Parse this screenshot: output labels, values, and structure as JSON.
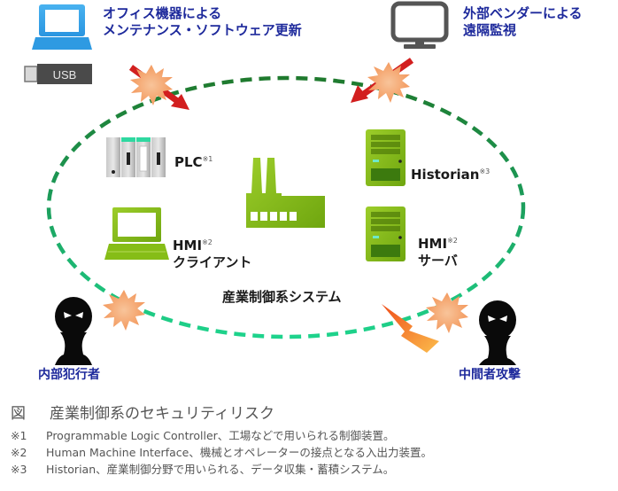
{
  "diagram": {
    "title": "産業制御系システム",
    "sources": {
      "office": {
        "line1": "オフィス機器による",
        "line2": "メンテナンス・ソフトウェア更新",
        "usb_label": "USB"
      },
      "vendor": {
        "line1": "外部ベンダーによる",
        "line2": "遠隔監視"
      }
    },
    "components": {
      "plc": {
        "label": "PLC",
        "note": "※1"
      },
      "hmi_client": {
        "label": "HMI",
        "note": "※2",
        "sub": "クライアント"
      },
      "historian": {
        "label": "Historian",
        "note": "※3"
      },
      "hmi_server": {
        "label": "HMI",
        "note": "※2",
        "sub": "サーバ"
      }
    },
    "threats": {
      "insider": "内部犯行者",
      "mitm": "中間者攻撃"
    },
    "colors": {
      "label_blue": "#1e2a9c",
      "boundary_top": "#1f7a2e",
      "boundary_bottom": "#1ed38c",
      "equipment_green": "#8cc21a",
      "attack_red": "#d21f1f",
      "burst_orange": "#f6a772",
      "device_blue": "#3aa6ec",
      "monitor_gray": "#555555"
    }
  },
  "caption": {
    "title_prefix": "図",
    "title": "産業制御系のセキュリティリスク",
    "notes": [
      {
        "mark": "※1",
        "text": "Programmable Logic Controller、工場などで用いられる制御装置。"
      },
      {
        "mark": "※2",
        "text": "Human Machine Interface、機械とオペレーターの接点となる入出力装置。"
      },
      {
        "mark": "※3",
        "text": "Historian、産業制御分野で用いられる、データ収集・蓄積システム。"
      }
    ]
  }
}
